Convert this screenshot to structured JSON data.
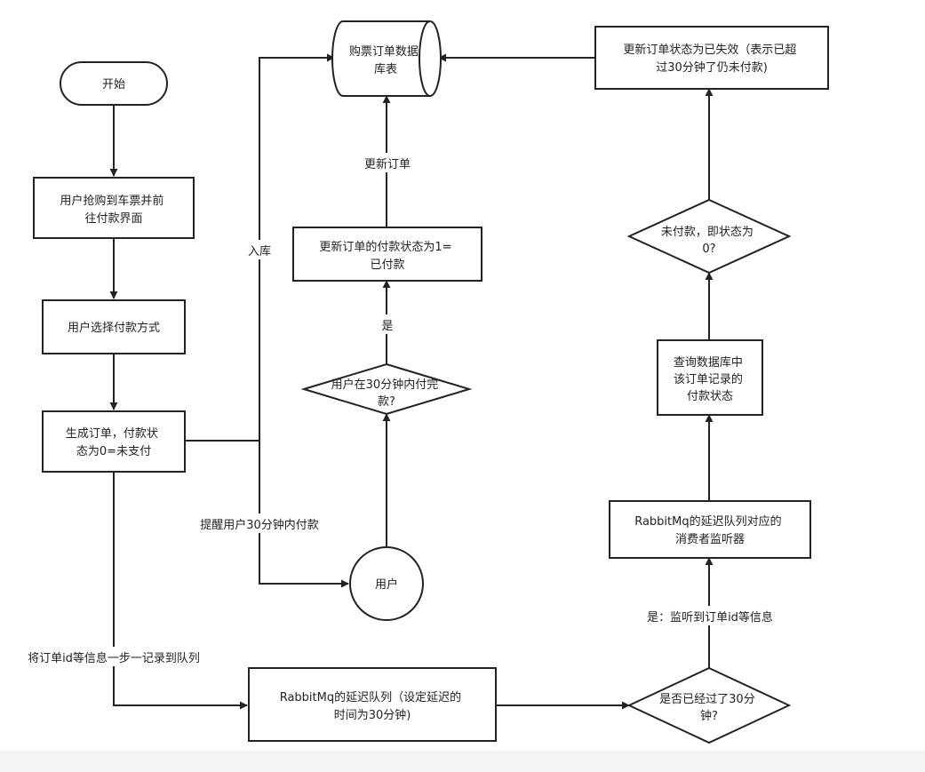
{
  "diagram": {
    "nodes": {
      "start": {
        "text": [
          "开始"
        ]
      },
      "buy": {
        "text": [
          "用户抢购到车票并前",
          "往付款界面"
        ]
      },
      "pay": {
        "text": [
          "用户选择付款方式"
        ]
      },
      "gen": {
        "text": [
          "生成订单，付款状",
          "态为0=未支付"
        ]
      },
      "db": {
        "text": [
          "购票订单数据",
          "库表"
        ]
      },
      "paid": {
        "text": [
          "更新订单的付款状态为1=",
          "已付款"
        ]
      },
      "check30": {
        "text": [
          "用户在30分钟内付完",
          "款?"
        ]
      },
      "user": {
        "text": [
          "用户"
        ]
      },
      "expire": {
        "text": [
          "更新订单状态为已失效（表示已超",
          "过30分钟了仍未付款)"
        ]
      },
      "unpaid": {
        "text": [
          "未付款，即状态为",
          "0?"
        ]
      },
      "query": {
        "text": [
          "查询数据库中",
          "该订单记录的",
          "付款状态"
        ]
      },
      "consumer": {
        "text": [
          "RabbitMq的延迟队列对应的",
          "消费者监听器"
        ]
      },
      "queue": {
        "text": [
          "RabbitMq的延迟队列（设定延迟的",
          "时间为30分钟)"
        ]
      },
      "passed": {
        "text": [
          "是否已经过了30分",
          "钟?"
        ]
      }
    },
    "edge_labels": {
      "store": "入库",
      "update_order": "更新订单",
      "yes": "是",
      "remind": "提醒用户30分钟内付款",
      "record": "将订单id等信息一步一记录到队列",
      "listen": "是：监听到订单id等信息"
    }
  }
}
